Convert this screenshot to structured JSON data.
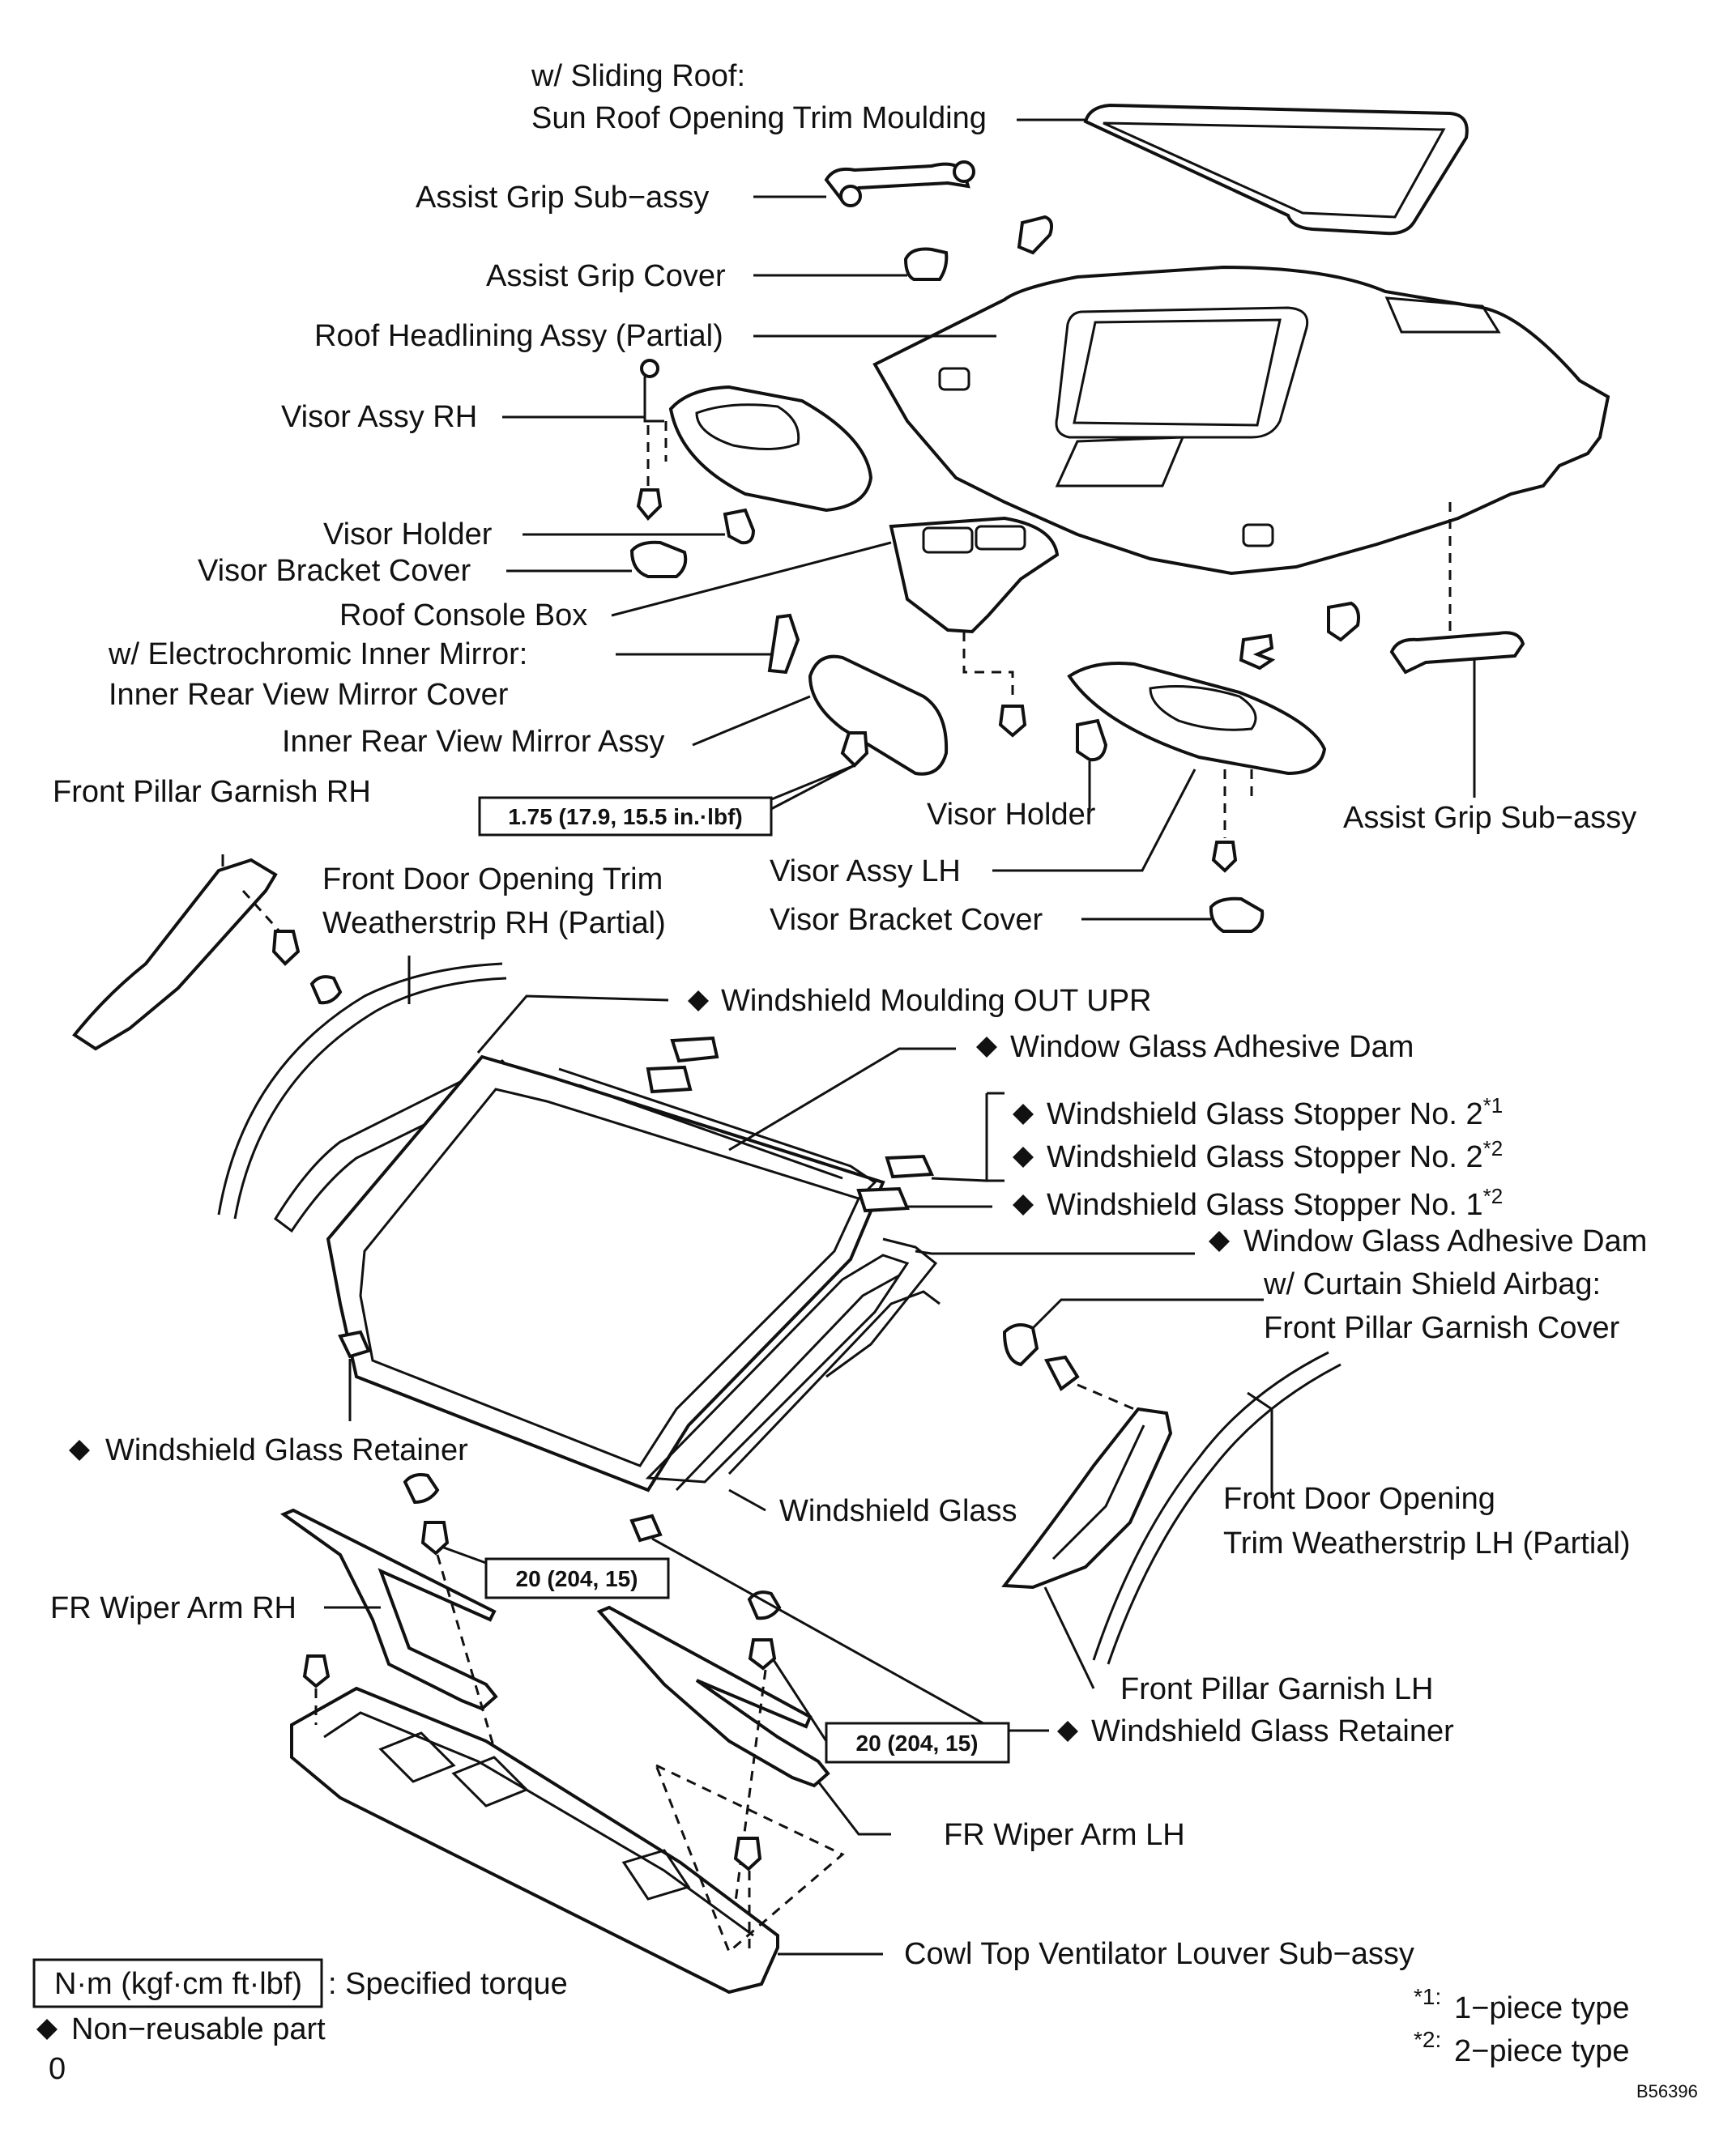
{
  "labels": {
    "sliding_roof_note": "w/ Sliding Roof:",
    "sun_roof_trim": "Sun Roof Opening Trim Moulding",
    "assist_grip_rh": "Assist Grip Sub−assy",
    "assist_grip_cover": "Assist Grip Cover",
    "roof_headlining": "Roof Headlining Assy (Partial)",
    "visor_rh": "Visor Assy RH",
    "visor_holder_rh": "Visor Holder",
    "visor_bracket_cover_rh": "Visor Bracket Cover",
    "roof_console_box": "Roof Console Box",
    "electrochromic_note": "w/ Electrochromic Inner Mirror:",
    "mirror_cover": "Inner Rear View Mirror Cover",
    "mirror_assy": "Inner Rear View Mirror Assy",
    "front_pillar_garnish_rh": "Front Pillar Garnish RH",
    "visor_holder_lh": "Visor Holder",
    "assist_grip_lh": "Assist Grip Sub−assy",
    "visor_lh": "Visor Assy LH",
    "visor_bracket_cover_lh": "Visor Bracket Cover",
    "door_weatherstrip_rh_1": "Front Door Opening Trim",
    "door_weatherstrip_rh_2": "Weatherstrip RH (Partial)",
    "windshield_moulding": "Windshield Moulding OUT UPR",
    "adhesive_dam_upper": "Window Glass Adhesive Dam",
    "stopper_2_1": "Windshield Glass Stopper No. 2",
    "stopper_2_2": "Windshield Glass Stopper No. 2",
    "stopper_1_2": "Windshield Glass Stopper No. 1",
    "adhesive_dam_lower": "Window Glass Adhesive Dam",
    "curtain_airbag_note": "w/ Curtain Shield Airbag:",
    "pillar_garnish_cover": "Front Pillar Garnish Cover",
    "glass_retainer_left": "Windshield Glass Retainer",
    "windshield_glass": "Windshield Glass",
    "door_weatherstrip_lh_1": "Front Door Opening",
    "door_weatherstrip_lh_2": "Trim Weatherstrip LH (Partial)",
    "wiper_arm_rh": "FR Wiper Arm RH",
    "front_pillar_garnish_lh": "Front Pillar Garnish LH",
    "glass_retainer_right": "Windshield Glass Retainer",
    "wiper_arm_lh": "FR Wiper Arm LH",
    "cowl_louver": "Cowl Top Ventilator Louver Sub−assy"
  },
  "superscripts": {
    "stopper_2_1": "*1",
    "stopper_2_2": "*2",
    "stopper_1_2": "*2"
  },
  "torques": {
    "mirror_bolt": "1.75 (17.9, 15.5 in.·lbf)",
    "wiper_rh_nut": "20 (204, 15)",
    "wiper_lh_nut": "20 (204, 15)"
  },
  "legend": {
    "torque_unit": "N·m (kgf·cm ft·lbf)",
    "torque_text": ": Specified torque",
    "nonreusable_text": "Non−reusable part",
    "stray_mark": "0"
  },
  "footnotes": {
    "note1_mark": "*1:",
    "note1_text": "1−piece type",
    "note2_mark": "*2:",
    "note2_text": "2−piece type"
  },
  "figure_id": "B56396",
  "colors": {
    "ink": "#111111",
    "paper": "#ffffff"
  }
}
